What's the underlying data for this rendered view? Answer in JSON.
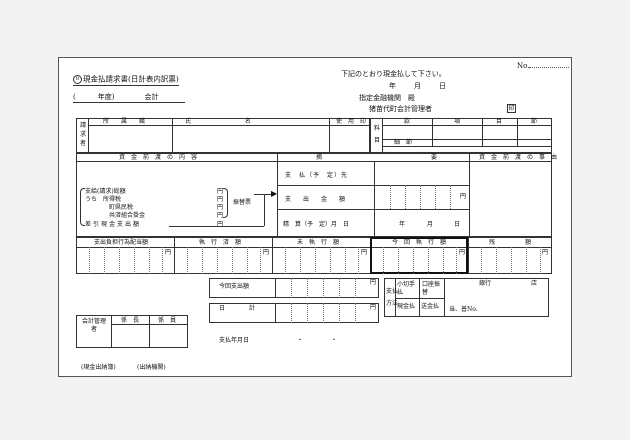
{
  "header": {
    "no_label": "No.",
    "form_number": "8",
    "form_title": "現金払請求書(日計表内訳票)",
    "year_label": "年度)",
    "year_open": "(",
    "account_label": "会計",
    "instruction": "下記のとおり現金払して下さい。",
    "date_year": "年",
    "date_month": "月",
    "date_day": "日",
    "designated_bank": "指定金融機関　殿",
    "town_accountant": "猪苗代町会計管理者",
    "seal_mark": "印"
  },
  "requester": {
    "label": "請求者",
    "address_label": "所　　属　　職",
    "name_label": "氏　　　　　　　　　名",
    "seal_label": "使　用　印",
    "purpose_label": "料目",
    "section_label": "款",
    "item_label": "項",
    "eye_label": "目",
    "detail_label": "節",
    "sub_label": "細　節"
  },
  "advance": {
    "content_header": "資　金　前　渡　の　内　容",
    "summary_header": "摘",
    "summary_header2": "要",
    "reason_header": "資　金　前　渡　の　事　由",
    "rows": [
      {
        "label": "支給(請求)総額",
        "unit": "円"
      },
      {
        "label": "うち　所得税",
        "unit": "円"
      },
      {
        "label": "町県民税",
        "unit": "円"
      },
      {
        "label": "共済組合掛金",
        "unit": "円"
      },
      {
        "label": "差引現金支出額",
        "unit": "円"
      }
    ],
    "transfer_note": "振替票",
    "payee_label": "支　払（予　定）先",
    "amount_label": "支　　出　　金　　額",
    "amount_unit": "円",
    "settle_label": "精　算（予　定）月　日",
    "settle_month": "年",
    "settle_day": "月",
    "settle_date": "日"
  },
  "amounts": {
    "headers": [
      "支出負担行為配当額",
      "執　行　済　額",
      "未　執　行　額",
      "今　回　執　行　額",
      "残　　　　　額"
    ],
    "unit": "円"
  },
  "payment": {
    "current_payment": "今回支出額",
    "day_total": "日　　　　計",
    "unit": "円",
    "check_label": "小切手払",
    "account_label": "口座振替",
    "cash_label": "現金払",
    "remit_label": "送金払",
    "bank_label": "銀行",
    "branch_label": "店",
    "account_no_label": "当、普No.",
    "side_label1": "支払",
    "side_label2": "方法"
  },
  "approval": {
    "accountant_label": "会計管理者",
    "chief_label": "係　長",
    "staff_label": "係　員",
    "pay_date_label": "支払年月日",
    "pay_date_sep1": "・",
    "pay_date_sep2": "・"
  },
  "footer": {
    "cash_ledger": "(現金出納簿)",
    "payer_agency": "(出納機関)"
  }
}
